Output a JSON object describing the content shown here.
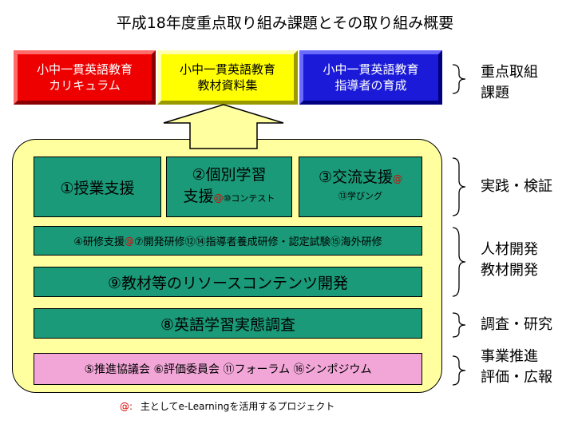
{
  "title": "平成18年度重点取り組み課題とその取り組み概要",
  "priority_boxes": [
    {
      "line1": "小中一貫英語教育",
      "line2": "カリキュラム"
    },
    {
      "line1": "小中一貫英語教育",
      "line2": "教材資料集"
    },
    {
      "line1": "小中一貫英語教育",
      "line2": "指導者の育成"
    }
  ],
  "support_boxes": {
    "jugyo": "①授業支援",
    "kobetsu_line1": "②個別学習",
    "kobetsu_line2": "支援",
    "kobetsu_note": "⑩コンテスト",
    "koryu": "③交流支援",
    "koryu_note": "⑬学びング"
  },
  "training_bar": {
    "part1": "④研修支援",
    "part2": "⑦開発研修⑫⑭指導者養成研修・認定試験⑮海外研修"
  },
  "resource_bar": "⑨教材等のリソースコンテンツ開発",
  "survey_bar": "⑧英語学習実態調査",
  "promo_bar": "⑤推進協議会 ⑥評価委員会 ⑪フォーラム ⑯シンポジウム",
  "at_mark": "@",
  "side_labels": {
    "priority_line1": "重点取組",
    "priority_line2": "課題",
    "practice": "実践・検証",
    "jinzai": "人材開発",
    "kyozai": "教材開発",
    "research": "調査・研究",
    "promo_line1": "事業推進",
    "promo_line2": "評価・広報"
  },
  "footnote": {
    "mark": "@:",
    "text": "主としてe-Learningを活用するプロジェクト"
  },
  "colors": {
    "red": "#ee0000",
    "yellow": "#ffff00",
    "blue": "#1a1ad8",
    "green": "#1a9a78",
    "pink": "#f2a6d8",
    "panel": "#ffffa0"
  }
}
